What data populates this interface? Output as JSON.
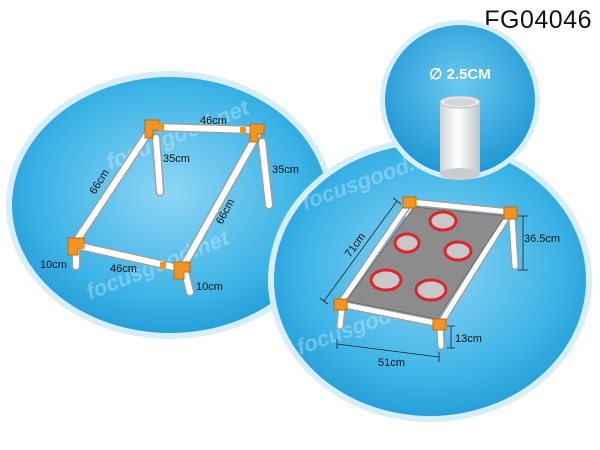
{
  "product_code": "FG04046",
  "watermark": "focusgood.net",
  "pipe_diameter": "∅ 2.5CM",
  "frame_labels": {
    "top_width": "46cm",
    "left_length": "66cm",
    "inner_leg": "35cm",
    "right_leg": "35cm",
    "right_length": "66cm",
    "front_width": "46cm",
    "front_left_leg": "10cm",
    "front_right_leg": "10cm"
  },
  "board_labels": {
    "length": "71cm",
    "back_height": "36.5cm",
    "front_height": "13cm",
    "width": "51cm"
  },
  "colors": {
    "bubble_fill": "#29a8e0",
    "bubble_edge": "#cdeaf8",
    "pipe": "#ffffff",
    "connector": "#f29422",
    "net": "#8c8c8c",
    "target_ring": "#e0242b"
  }
}
